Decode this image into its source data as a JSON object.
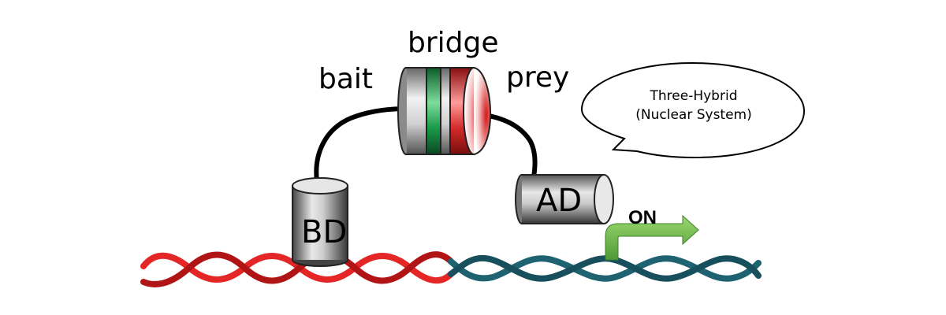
{
  "labels": {
    "bridge": "bridge",
    "bait": "bait",
    "prey": "prey",
    "bd": "BD",
    "ad": "AD",
    "on": "ON"
  },
  "bubble": {
    "line1": "Three-Hybrid",
    "line2": "(Nuclear System)"
  },
  "colors": {
    "dna_red": "#e02020",
    "dna_teal": "#1f5f6e",
    "bridge_green": "#1a9a4a",
    "prey_red": "#d42a2a",
    "arrow_green": "#6ab84a"
  }
}
